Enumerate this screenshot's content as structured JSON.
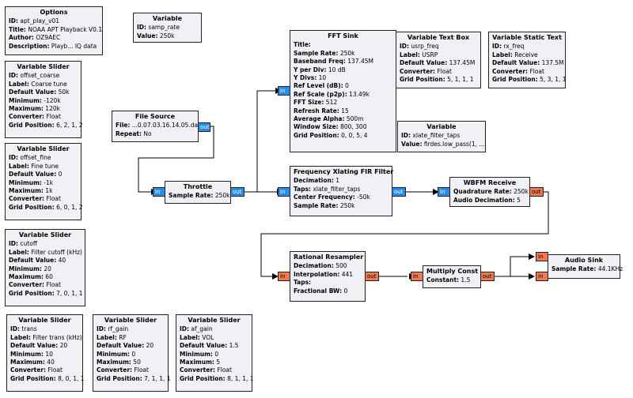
{
  "colors": {
    "complex_port": "#2b8ce6",
    "float_port": "#f07850",
    "block_bg": "#f0f0f5",
    "border": "#222222"
  },
  "blocks": [
    {
      "name": "options-block",
      "title": "Options",
      "rows": [
        {
          "k": "ID:",
          "v": "apt_play_v01"
        },
        {
          "k": "Title:",
          "v": "NOAA APT Playback V0.1"
        },
        {
          "k": "Author:",
          "v": "OZ9AEC"
        },
        {
          "k": "Description:",
          "v": "Playb... IQ data"
        }
      ]
    },
    {
      "name": "variable-samp-rate-block",
      "title": "Variable",
      "rows": [
        {
          "k": "ID:",
          "v": "samp_rate"
        },
        {
          "k": "Value:",
          "v": "250k"
        }
      ]
    },
    {
      "name": "fft-sink-block",
      "title": "FFT Sink",
      "rows": [
        {
          "k": "Title:",
          "v": ""
        },
        {
          "k": "Sample Rate:",
          "v": "250k"
        },
        {
          "k": "Baseband Freq:",
          "v": "137.45M"
        },
        {
          "k": "Y per Div:",
          "v": "10 dB"
        },
        {
          "k": "Y Divs:",
          "v": "10"
        },
        {
          "k": "Ref Level (dB):",
          "v": "0"
        },
        {
          "k": "Ref Scale (p2p):",
          "v": "13.49k"
        },
        {
          "k": "FFT Size:",
          "v": "512"
        },
        {
          "k": "Refresh Rate:",
          "v": "15"
        },
        {
          "k": "Average Alpha:",
          "v": "500m"
        },
        {
          "k": "Window Size:",
          "v": "800, 300"
        },
        {
          "k": "Grid Position:",
          "v": "0, 0, 5, 4"
        }
      ]
    },
    {
      "name": "variable-text-box-block",
      "title": "Variable Text Box",
      "rows": [
        {
          "k": "ID:",
          "v": "usrp_freq"
        },
        {
          "k": "Label:",
          "v": "USRP"
        },
        {
          "k": "Default Value:",
          "v": "137.45M"
        },
        {
          "k": "Converter:",
          "v": "Float"
        },
        {
          "k": "Grid Position:",
          "v": "5, 1, 1, 1"
        }
      ]
    },
    {
      "name": "variable-static-text-block",
      "title": "Variable Static Text",
      "rows": [
        {
          "k": "ID:",
          "v": "rx_freq"
        },
        {
          "k": "Label:",
          "v": "Receive"
        },
        {
          "k": "Default Value:",
          "v": "137.5M"
        },
        {
          "k": "Converter:",
          "v": "Float"
        },
        {
          "k": "Grid Position:",
          "v": "5, 3, 1, 1"
        }
      ]
    },
    {
      "name": "slider-offset-coarse-block",
      "title": "Variable Slider",
      "rows": [
        {
          "k": "ID:",
          "v": "offset_coarse"
        },
        {
          "k": "Label:",
          "v": "Coarse tune"
        },
        {
          "k": "Default Value:",
          "v": "50k"
        },
        {
          "k": "Minimum:",
          "v": "-120k"
        },
        {
          "k": "Maximum:",
          "v": "120k"
        },
        {
          "k": "Converter:",
          "v": "Float"
        },
        {
          "k": "Grid Position:",
          "v": "6, 2, 1, 2"
        }
      ]
    },
    {
      "name": "file-source-block",
      "title": "File Source",
      "rows": [
        {
          "k": "File:",
          "v": "...0.07.03.16.14.05.dat"
        },
        {
          "k": "Repeat:",
          "v": "No"
        }
      ]
    },
    {
      "name": "variable-xlate-taps-block",
      "title": "Variable",
      "rows": [
        {
          "k": "ID:",
          "v": "xlate_filter_taps"
        },
        {
          "k": "Value:",
          "v": "firdes.low_pass(1, ..."
        }
      ]
    },
    {
      "name": "slider-offset-fine-block",
      "title": "Variable Slider",
      "rows": [
        {
          "k": "ID:",
          "v": "offset_fine"
        },
        {
          "k": "Label:",
          "v": "Fine tune"
        },
        {
          "k": "Default Value:",
          "v": "0"
        },
        {
          "k": "Minimum:",
          "v": "-1k"
        },
        {
          "k": "Maximum:",
          "v": "1k"
        },
        {
          "k": "Converter:",
          "v": "Float"
        },
        {
          "k": "Grid Position:",
          "v": "6, 0, 1, 2"
        }
      ]
    },
    {
      "name": "throttle-block",
      "title": "Throttle",
      "rows": [
        {
          "k": "Sample Rate:",
          "v": "250k"
        }
      ]
    },
    {
      "name": "freq-xlating-fir-block",
      "title": "Frequency Xlating FIR Filter",
      "rows": [
        {
          "k": "Decimation:",
          "v": "1"
        },
        {
          "k": "Taps:",
          "v": "xlate_filter_taps"
        },
        {
          "k": "Center Frequency:",
          "v": "-50k"
        },
        {
          "k": "Sample Rate:",
          "v": "250k"
        }
      ]
    },
    {
      "name": "wbfm-receive-block",
      "title": "WBFM Receive",
      "rows": [
        {
          "k": "Quadrature Rate:",
          "v": "250k"
        },
        {
          "k": "Audio Decimation:",
          "v": "5"
        }
      ]
    },
    {
      "name": "slider-cutoff-block",
      "title": "Variable Slider",
      "rows": [
        {
          "k": "ID:",
          "v": "cutoff"
        },
        {
          "k": "Label:",
          "v": "Filter cutoff (kHz)"
        },
        {
          "k": "Default Value:",
          "v": "40"
        },
        {
          "k": "Minimum:",
          "v": "20"
        },
        {
          "k": "Maximum:",
          "v": "60"
        },
        {
          "k": "Converter:",
          "v": "Float"
        },
        {
          "k": "Grid Position:",
          "v": "7, 0, 1, 1"
        }
      ]
    },
    {
      "name": "rational-resampler-block",
      "title": "Rational Resampler",
      "rows": [
        {
          "k": "Decimation:",
          "v": "500"
        },
        {
          "k": "Interpolation:",
          "v": "441"
        },
        {
          "k": "Taps:",
          "v": ""
        },
        {
          "k": "Fractional BW:",
          "v": "0"
        }
      ]
    },
    {
      "name": "multiply-const-block",
      "title": "Multiply Const",
      "rows": [
        {
          "k": "Constant:",
          "v": "1.5"
        }
      ]
    },
    {
      "name": "audio-sink-block",
      "title": "Audio Sink",
      "rows": [
        {
          "k": "Sample Rate:",
          "v": "44.1KHz"
        }
      ]
    },
    {
      "name": "slider-trans-block",
      "title": "Variable Slider",
      "rows": [
        {
          "k": "ID:",
          "v": "trans"
        },
        {
          "k": "Label:",
          "v": "Filter trans (kHz)"
        },
        {
          "k": "Default Value:",
          "v": "20"
        },
        {
          "k": "Minimum:",
          "v": "10"
        },
        {
          "k": "Maximum:",
          "v": "40"
        },
        {
          "k": "Converter:",
          "v": "Float"
        },
        {
          "k": "Grid Position:",
          "v": "8, 0, 1, 1"
        }
      ]
    },
    {
      "name": "slider-rf-gain-block",
      "title": "Variable Slider",
      "rows": [
        {
          "k": "ID:",
          "v": "rf_gain"
        },
        {
          "k": "Label:",
          "v": "RF"
        },
        {
          "k": "Default Value:",
          "v": "20"
        },
        {
          "k": "Minimum:",
          "v": "0"
        },
        {
          "k": "Maximum:",
          "v": "50"
        },
        {
          "k": "Converter:",
          "v": "Float"
        },
        {
          "k": "Grid Position:",
          "v": "7, 1, 1, 1"
        }
      ]
    },
    {
      "name": "slider-af-gain-block",
      "title": "Variable Slider",
      "rows": [
        {
          "k": "ID:",
          "v": "af_gain"
        },
        {
          "k": "Label:",
          "v": "VOL"
        },
        {
          "k": "Default Value:",
          "v": "1.5"
        },
        {
          "k": "Minimum:",
          "v": "0"
        },
        {
          "k": "Maximum:",
          "v": "5"
        },
        {
          "k": "Converter:",
          "v": "Float"
        },
        {
          "k": "Grid Position:",
          "v": "8, 1, 1, 1"
        }
      ]
    }
  ],
  "ports": [
    {
      "name": "file-source-out-port",
      "label": "out",
      "kind": "complex"
    },
    {
      "name": "throttle-in-port",
      "label": "in",
      "kind": "complex"
    },
    {
      "name": "throttle-out-port",
      "label": "out",
      "kind": "complex"
    },
    {
      "name": "fft-sink-in-port",
      "label": "in",
      "kind": "complex"
    },
    {
      "name": "xlating-in-port",
      "label": "in",
      "kind": "complex"
    },
    {
      "name": "xlating-out-port",
      "label": "out",
      "kind": "complex"
    },
    {
      "name": "wbfm-in-port",
      "label": "in",
      "kind": "complex"
    },
    {
      "name": "wbfm-out-port",
      "label": "out",
      "kind": "float"
    },
    {
      "name": "resampler-in-port",
      "label": "in",
      "kind": "float"
    },
    {
      "name": "resampler-out-port",
      "label": "out",
      "kind": "float"
    },
    {
      "name": "multiply-in-port",
      "label": "in",
      "kind": "float"
    },
    {
      "name": "multiply-out-port",
      "label": "out",
      "kind": "float"
    },
    {
      "name": "audio-sink-in0-port",
      "label": "in",
      "kind": "float"
    },
    {
      "name": "audio-sink-in1-port",
      "label": "in",
      "kind": "float"
    }
  ]
}
